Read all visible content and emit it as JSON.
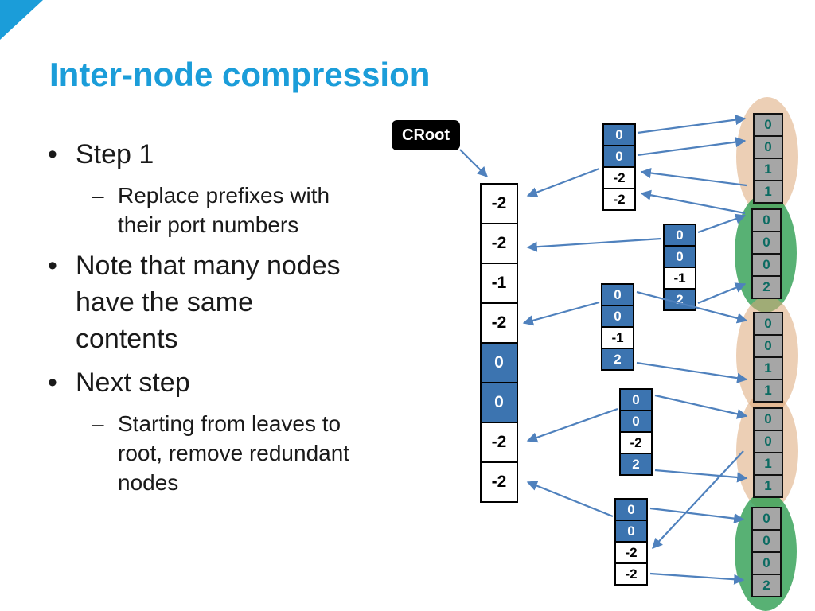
{
  "colors": {
    "accent": "#1b9dd9",
    "text": "#1a1a1a",
    "cell-blue": "#3c74b0",
    "arrow": "#4f81bd",
    "leaf-bg": "#a6a6a6",
    "leaf-text": "#0c6b62",
    "ellipse-tan": "#dca878",
    "ellipse-green": "#2e9e51",
    "croot-bg": "#000000",
    "croot-text": "#ffffff"
  },
  "title": "Inter-node compression",
  "bullets": {
    "bullet_char": "•",
    "dash_char": "–",
    "items": [
      {
        "level": 1,
        "label": "Step 1"
      },
      {
        "level": 2,
        "label": "Replace prefixes with their port numbers"
      },
      {
        "level": 1,
        "label": "Note that many nodes have the same contents"
      },
      {
        "level": 1,
        "label": "Next step"
      },
      {
        "level": 2,
        "label": "Starting from leaves to root, remove redundant nodes"
      }
    ]
  },
  "diagram": {
    "croot_label": "CRoot",
    "root_table": [
      "-2",
      "-2",
      "-1",
      "-2",
      "0",
      "0",
      "-2",
      "-2"
    ],
    "child_tables": [
      {
        "id": "A",
        "cells": [
          "0",
          "0",
          "-2",
          "-2"
        ]
      },
      {
        "id": "B",
        "cells": [
          "0",
          "0",
          "-1",
          "2"
        ]
      },
      {
        "id": "C",
        "cells": [
          "0",
          "0",
          "-1",
          "2"
        ]
      },
      {
        "id": "D",
        "cells": [
          "0",
          "0",
          "-2",
          "2"
        ]
      },
      {
        "id": "E",
        "cells": [
          "0",
          "0",
          "-2",
          "-2"
        ]
      }
    ],
    "leaf_columns": [
      {
        "highlight": "tan",
        "cells": [
          "0",
          "0",
          "1",
          "1"
        ]
      },
      {
        "highlight": "green",
        "cells": [
          "0",
          "0",
          "0",
          "2"
        ]
      },
      {
        "highlight": "tan",
        "cells": [
          "0",
          "0",
          "1",
          "1"
        ]
      },
      {
        "highlight": "tan",
        "cells": [
          "0",
          "0",
          "1",
          "1"
        ]
      },
      {
        "highlight": "green",
        "cells": [
          "0",
          "0",
          "0",
          "2"
        ]
      }
    ]
  }
}
